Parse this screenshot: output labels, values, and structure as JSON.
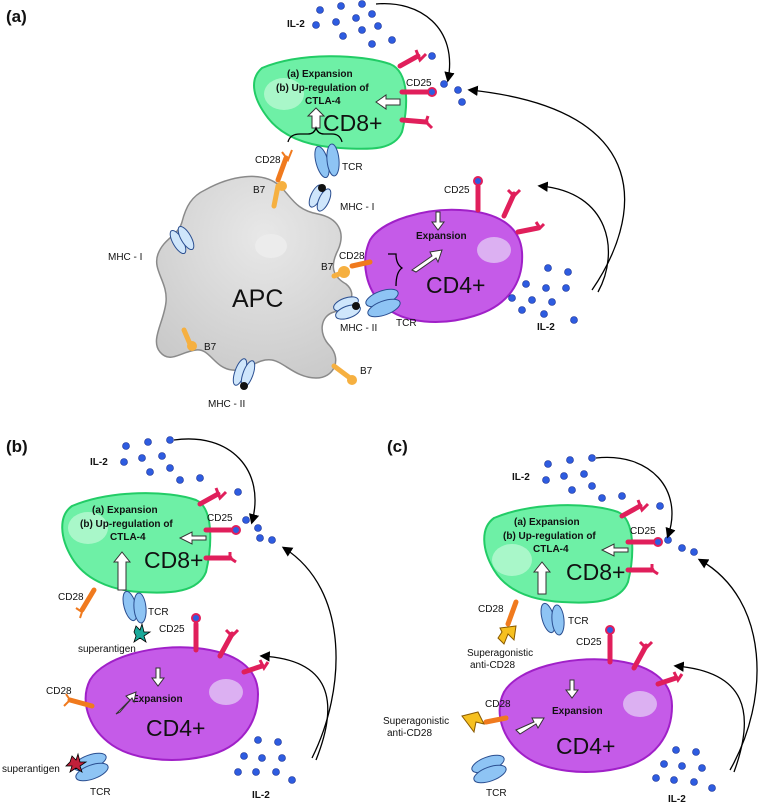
{
  "panels": {
    "a": "(a)",
    "b": "(b)",
    "c": "(c)"
  },
  "cells": {
    "cd8": "CD8+",
    "cd4": "CD4+",
    "apc": "APC"
  },
  "texts": {
    "expansion_a": "(a) Expansion",
    "upregulation_b": "(b) Up-regulation of",
    "ctla4": "CTLA-4",
    "expansion": "Expansion",
    "il2": "IL-2",
    "cd25": "CD25",
    "cd28": "CD28",
    "tcr": "TCR",
    "b7": "B7",
    "mhc1": "MHC - I",
    "mhc2": "MHC - II",
    "superantigen": "superantigen",
    "superagonistic": "Superagonistic",
    "anti_cd28": "anti-CD28"
  },
  "colors": {
    "cd8_fill": "#6ef0a6",
    "cd8_stroke": "#22cc66",
    "cd4_fill": "#c55be8",
    "cd4_stroke": "#a020c8",
    "apc_fill": "#cfcfcf",
    "il2_dot": "#2e5ce0",
    "cd25": "#e01f5b",
    "cd28": "#f07a1e",
    "b7": "#f6b040",
    "tcr": "#8ec4f4",
    "superantigen": "#1aa99a",
    "superantigen_b": "#c0203a",
    "anti_cd28": "#f6c020"
  }
}
